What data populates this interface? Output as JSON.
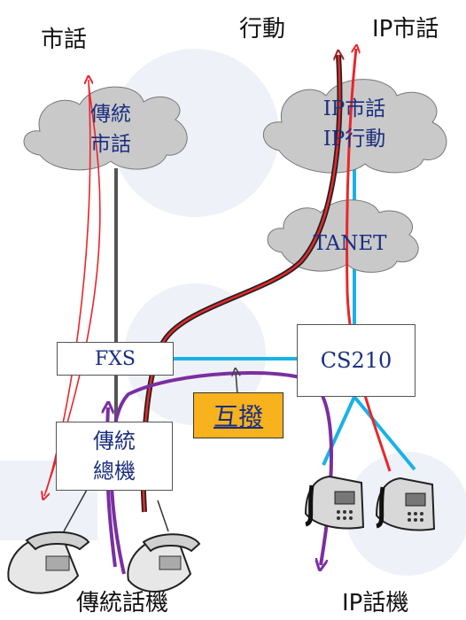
{
  "labels": {
    "landline": "市話",
    "mobile": "行動",
    "ip_landline": "IP市話",
    "traditional_phone": "傳統話機",
    "ip_phone": "IP話機"
  },
  "clouds": {
    "pstn": [
      "傳統",
      "市話"
    ],
    "ip_services": [
      "IP市話",
      "IP行動"
    ],
    "tanet": "TANET"
  },
  "boxes": {
    "fxs": "FXS",
    "cs210": "CS210",
    "pbx": [
      "傳統",
      "總機"
    ],
    "interconnect": "互撥"
  },
  "colors": {
    "cloud_fill": "#c9c9c9",
    "cloud_text": "#1b2f80",
    "link_cyan": "#19b2e6",
    "trunk_gray": "#555555",
    "call_red": "#e8262b",
    "call_purple": "#7a2fa1",
    "interconnect_fill": "#f7b21d"
  }
}
